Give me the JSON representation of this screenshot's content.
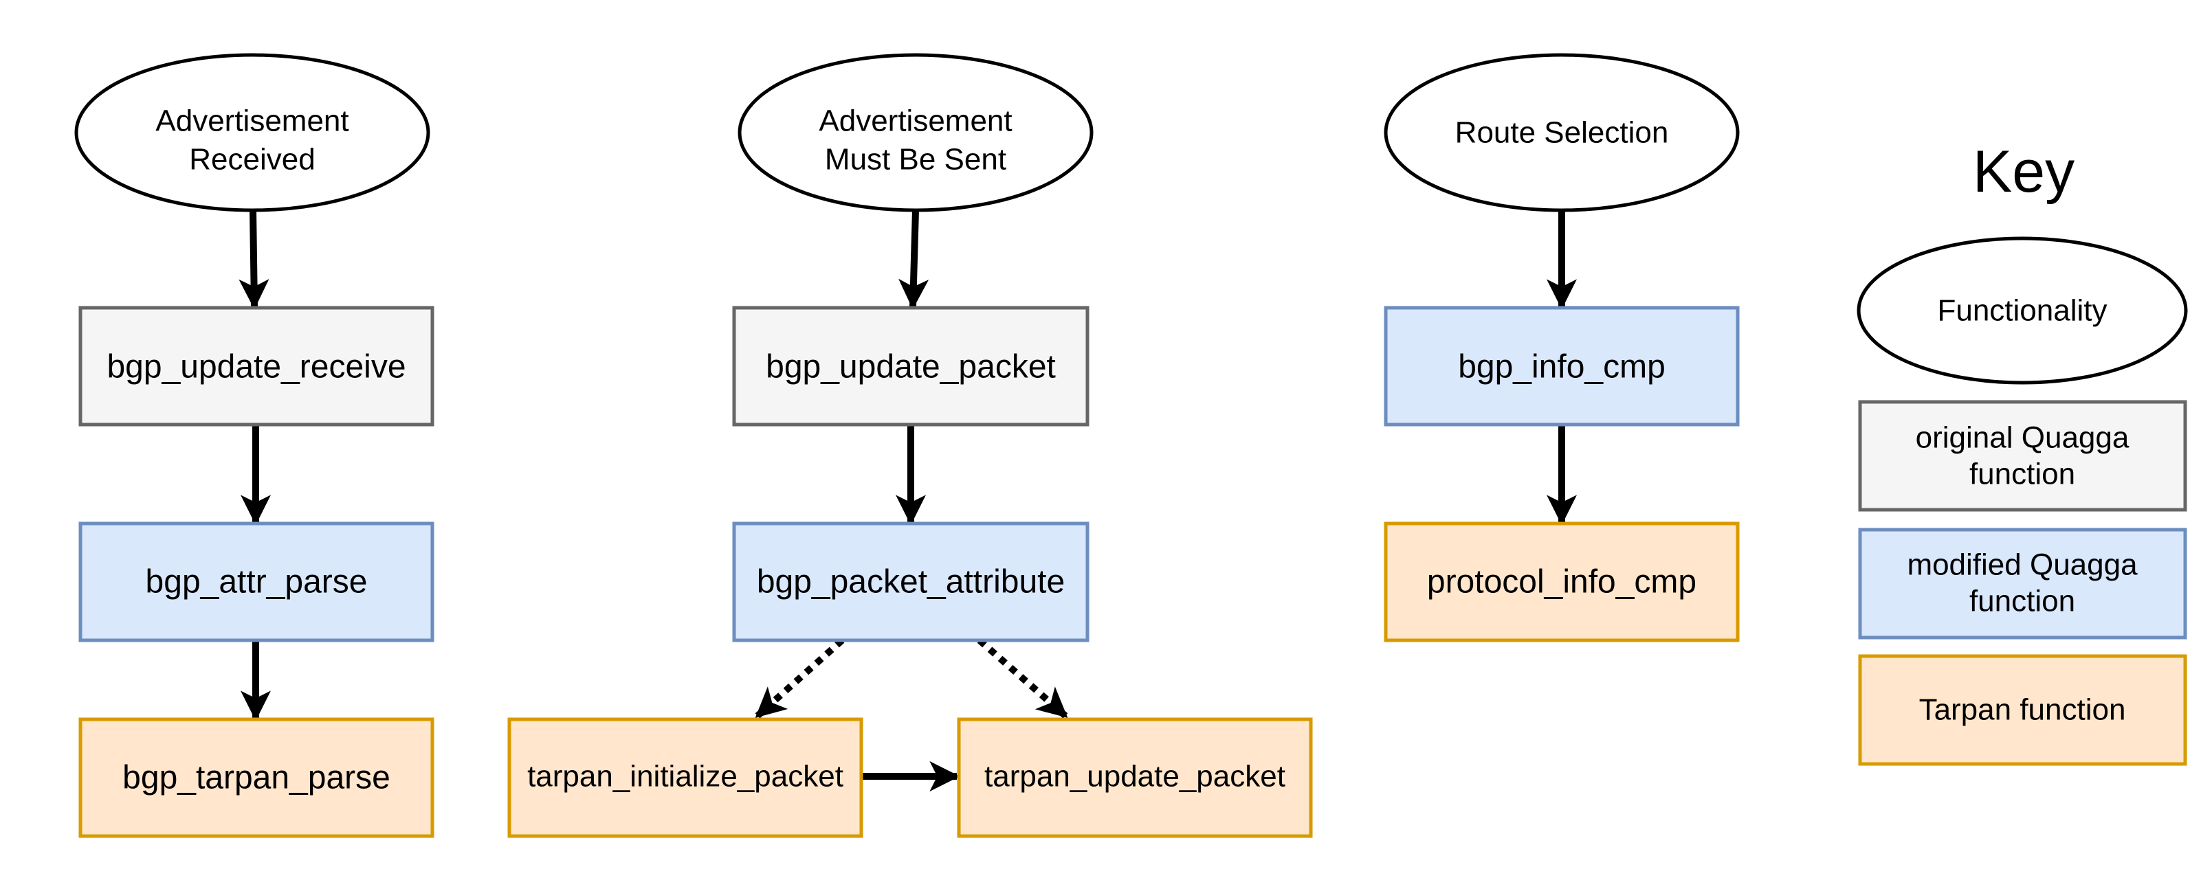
{
  "colors": {
    "original_fill": "#f5f5f5",
    "original_stroke": "#666666",
    "modified_fill": "#dae8fc",
    "modified_stroke": "#6c8ebf",
    "tarpan_fill": "#ffe6cc",
    "tarpan_stroke": "#d79b00",
    "edge": "#000000"
  },
  "events": {
    "received_line1": "Advertisement",
    "received_line2": "Received",
    "sent_line1": "Advertisement",
    "sent_line2": "Must Be Sent",
    "selection": "Route Selection"
  },
  "functions": {
    "bgp_update_receive": "bgp_update_receive",
    "bgp_attr_parse": "bgp_attr_parse",
    "bgp_tarpan_parse": "bgp_tarpan_parse",
    "bgp_update_packet": "bgp_update_packet",
    "bgp_packet_attribute": "bgp_packet_attribute",
    "tarpan_initialize_packet": "tarpan_initialize_packet",
    "tarpan_update_packet": "tarpan_update_packet",
    "bgp_info_cmp": "bgp_info_cmp",
    "protocol_info_cmp": "protocol_info_cmp"
  },
  "key": {
    "title": "Key",
    "functionality": "Functionality",
    "original_line1": "original Quagga",
    "original_line2": "function",
    "modified_line1": "modified Quagga",
    "modified_line2": "function",
    "tarpan": "Tarpan function"
  }
}
